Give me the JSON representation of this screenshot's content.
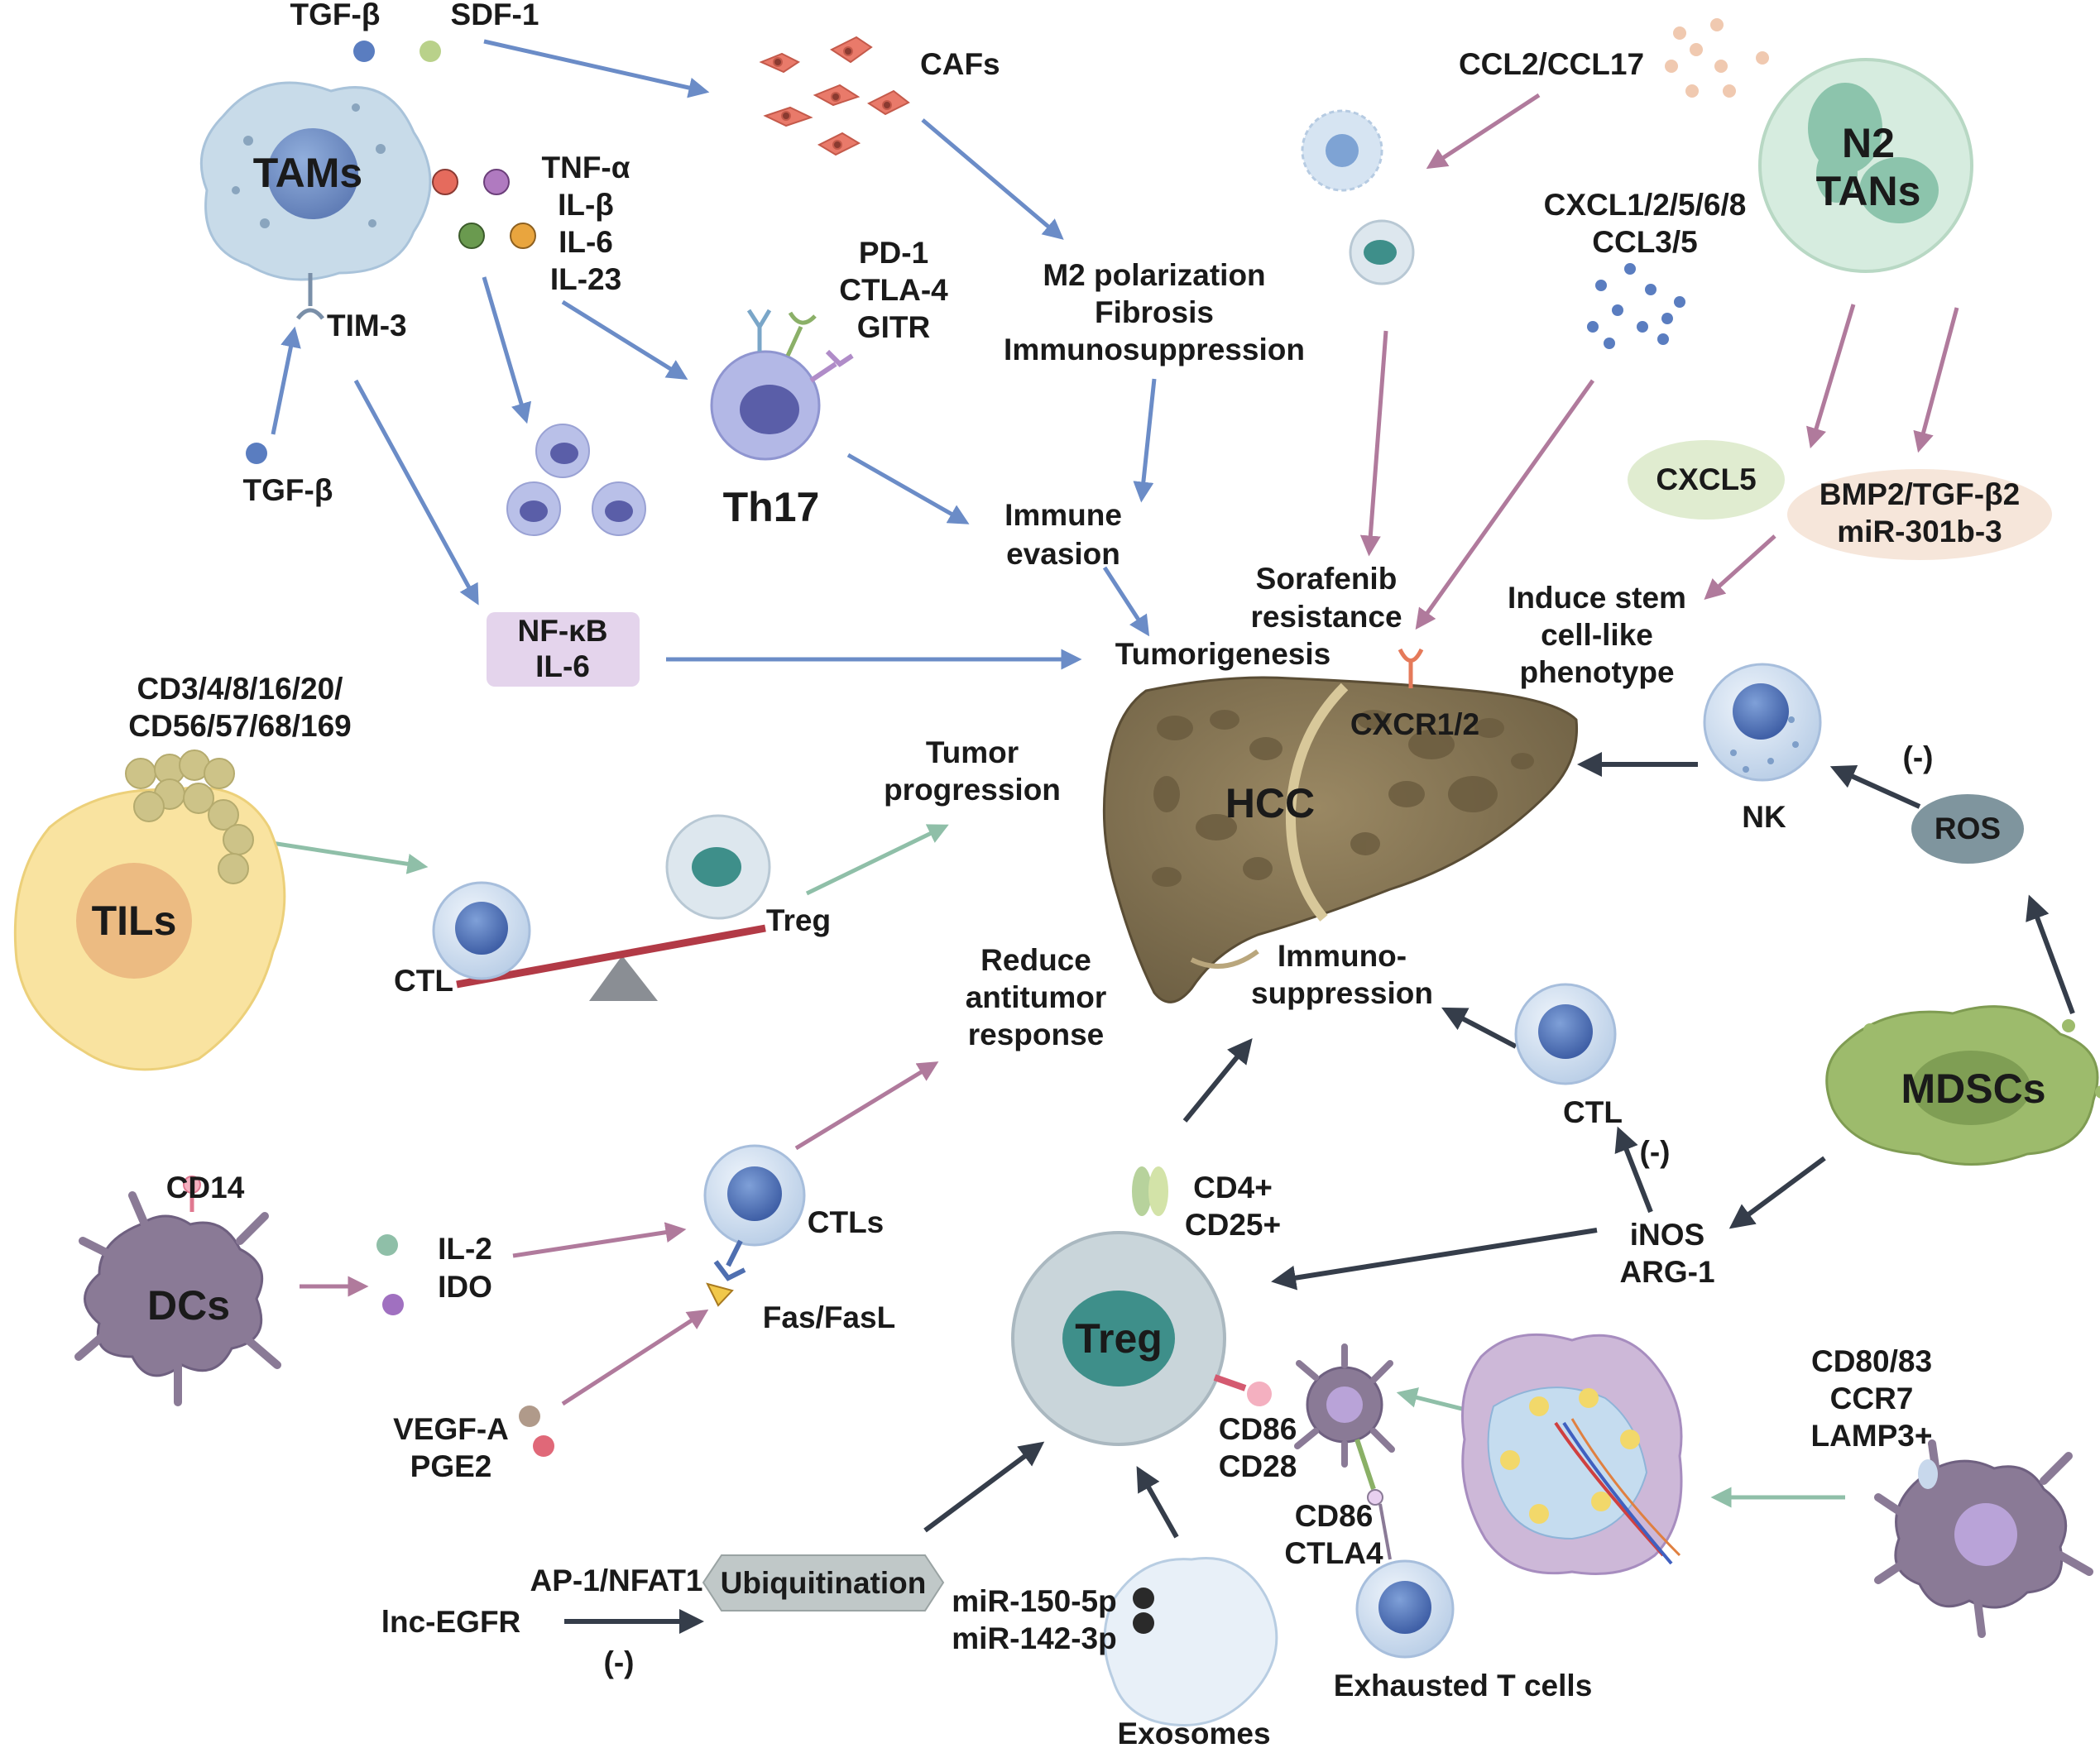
{
  "colors": {
    "blue_arrow": "#6b8cc7",
    "pink_arrow": "#b07a9c",
    "green_arrow": "#8fbfa8",
    "dark_arrow": "#353d4a",
    "liver": "#8b7a58",
    "tam_cell": "#c8dbe9",
    "tan_cell": "#d6ecdf",
    "til_cell": "#f9e3a0",
    "mdsc_cell": "#9dbb6c",
    "dc_cell": "#8a7a96",
    "treg_cell": "#c9d5da"
  },
  "labels": {
    "tgfb_top": "TGF-β",
    "sdf1": "SDF-1",
    "cafs": "CAFs",
    "tams": "TAMs",
    "cytokines": [
      "TNF-α",
      "IL-β",
      "IL-6",
      "IL-23"
    ],
    "tim3": "TIM-3",
    "tgfb_bottom": "TGF-β",
    "checkpoints": [
      "PD-1",
      "CTLA-4",
      "GITR"
    ],
    "th17": "Th17",
    "m2_effects": [
      "M2 polarization",
      "Fibrosis",
      "Immunosuppression"
    ],
    "immune_evasion": [
      "Immune",
      "evasion"
    ],
    "nfkb_box": [
      "NF-κB",
      "IL-6"
    ],
    "tumorigenesis": "Tumorigenesis",
    "ccl2_ccl17": "CCL2/CCL17",
    "cxcl_chemokines": [
      "CXCL1/2/5/6/8",
      "CCL3/5"
    ],
    "n2_tans": [
      "N2",
      "TANs"
    ],
    "cxcl5": "CXCL5",
    "bmp2_box": [
      "BMP2/TGF-β2",
      "miR-301b-3"
    ],
    "sorafenib": [
      "Sorafenib",
      "resistance"
    ],
    "stem_like": [
      "Induce stem",
      "cell-like",
      "phenotype"
    ],
    "cxcr12": "CXCR1/2",
    "hcc": "HCC",
    "nk": "NK",
    "inhibit_nk": "(-)",
    "ros": "ROS",
    "til_markers": [
      "CD3/4/8/16/20/",
      "CD56/57/68/169"
    ],
    "tils": "TILs",
    "tumor_progression": [
      "Tumor",
      "progression"
    ],
    "ctl_balance": "CTL",
    "treg_balance": "Treg",
    "reduce_response": [
      "Reduce",
      "antitumor",
      "response"
    ],
    "immunosuppression": [
      "Immuno-",
      "suppression"
    ],
    "ctl_right": "CTL",
    "inhibit_ctl": "(-)",
    "mdscs": "MDSCs",
    "inos_arg": [
      "iNOS",
      "ARG-1"
    ],
    "cd14": "CD14",
    "dcs": "DCs",
    "il2_ido": [
      "IL-2",
      "IDO"
    ],
    "ctls": "CTLs",
    "fas_fasl": "Fas/FasL",
    "vegf_pge2": [
      "VEGF-A",
      "PGE2"
    ],
    "cd4_cd25": [
      "CD4+",
      "CD25+"
    ],
    "treg": "Treg",
    "cd86_cd28": [
      "CD86",
      "CD28"
    ],
    "cd86_ctla4": [
      "CD86",
      "CTLA4"
    ],
    "exhausted_t": "Exhausted T cells",
    "mature_dc_markers": [
      "CD80/83",
      "CCR7",
      "LAMP3+"
    ],
    "ap1_nfat1": "AP-1/NFAT1",
    "lnc_egfr": "lnc-EGFR",
    "inhibit_ubiq": "(-)",
    "ubiquitination": "Ubiquitination",
    "mirnas": [
      "miR-150-5p",
      "miR-142-3p"
    ],
    "exosomes": "Exosomes"
  }
}
